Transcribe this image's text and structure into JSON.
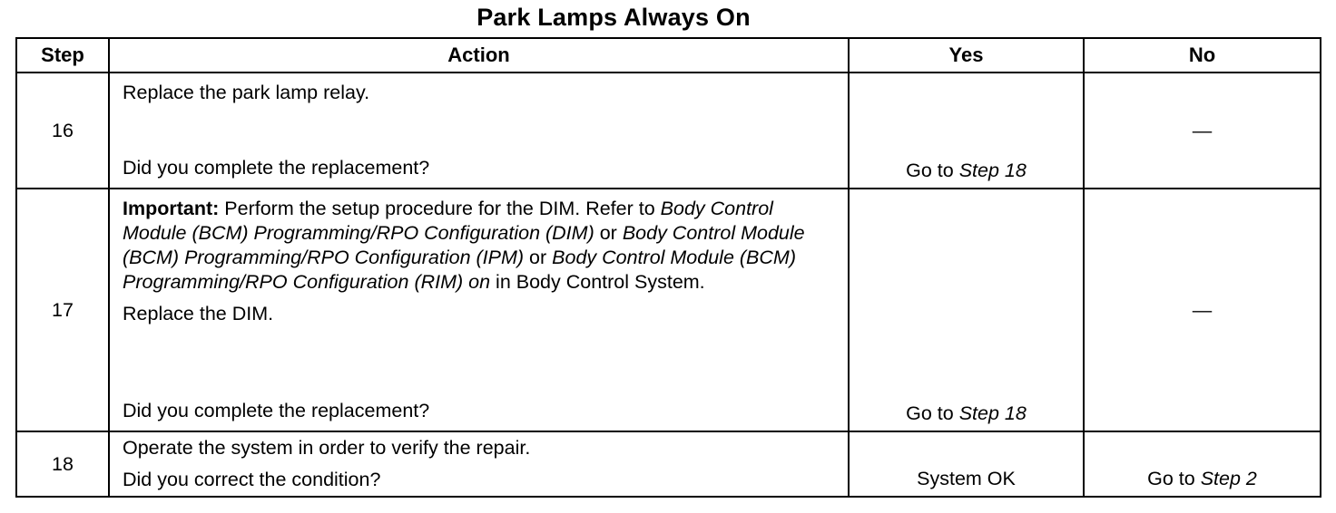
{
  "title": "Park Lamps Always On",
  "headers": {
    "step": "Step",
    "action": "Action",
    "yes": "Yes",
    "no": "No"
  },
  "rows": [
    {
      "step": "16",
      "action_line1": "Replace the park lamp relay.",
      "question": "Did you complete the replacement?",
      "yes_prefix": "Go to ",
      "yes_step": "Step 18",
      "no": "—"
    },
    {
      "step": "17",
      "important_label": "Important:",
      "t1": " Perform the setup procedure for the DIM. Refer to ",
      "i1": "Body Control Module (BCM) Programming/RPO Configuration (DIM)",
      "t2": " or ",
      "i2": "Body Control Module (BCM)  Programming/RPO Configuration (IPM)",
      "t3": "  or ",
      "i3": "Body Control Module (BCM) Programming/RPO Configuration (RIM) on",
      "t4": " in Body Control System.",
      "action_line2": "Replace the DIM.",
      "question": "Did you complete the replacement?",
      "yes_prefix": "Go to ",
      "yes_step": "Step 18",
      "no": "—"
    },
    {
      "step": "18",
      "action_line1": "Operate the system in order to verify the repair.",
      "question": "Did you correct the condition?",
      "yes": "System OK",
      "no_prefix": "Go to ",
      "no_step": "Step 2"
    }
  ]
}
